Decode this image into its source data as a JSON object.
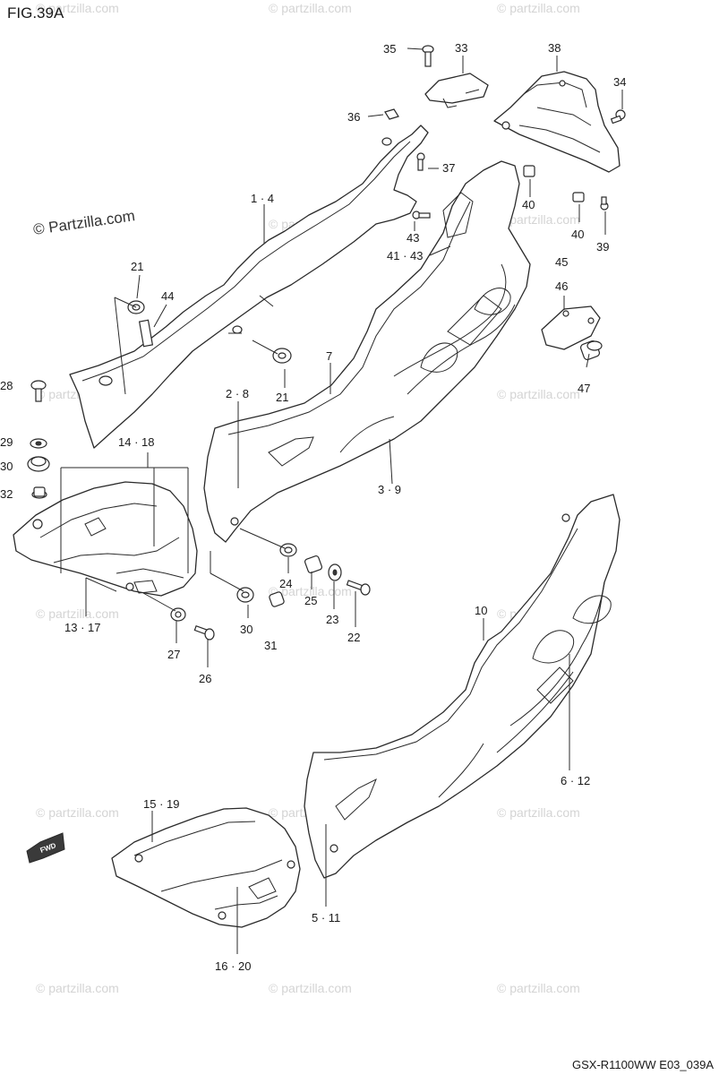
{
  "figure_title": "FIG.39A",
  "model_code": "GSX-R1100WW  E03_039A",
  "watermark_text": "© Partzilla.com",
  "watermark_text_lower": "© partzilla.com",
  "fwd_label": "FWD",
  "callouts": {
    "c35": "35",
    "c33": "33",
    "c38": "38",
    "c34": "34",
    "c36": "36",
    "c37": "37",
    "c1_4": "1 · 4",
    "c40a": "40",
    "c40b": "40",
    "c39": "39",
    "c43": "43",
    "c41_43": "41 · 43",
    "c21a": "21",
    "c44": "44",
    "c45": "45",
    "c46": "46",
    "c7": "7",
    "c47": "47",
    "c28": "28",
    "c2_8": "2 · 8",
    "c21b": "21",
    "c29": "29",
    "c14_18": "14 · 18",
    "c30a": "30",
    "c3_9": "3 · 9",
    "c32": "32",
    "c24": "24",
    "c25": "25",
    "c23": "23",
    "c22": "22",
    "c13_17": "13 · 17",
    "c30b": "30",
    "c27": "27",
    "c31": "31",
    "c26": "26",
    "c10": "10",
    "c6_12": "6 · 12",
    "c15_19": "15 · 19",
    "c5_11": "5 · 11",
    "c16_20": "16 · 20"
  }
}
